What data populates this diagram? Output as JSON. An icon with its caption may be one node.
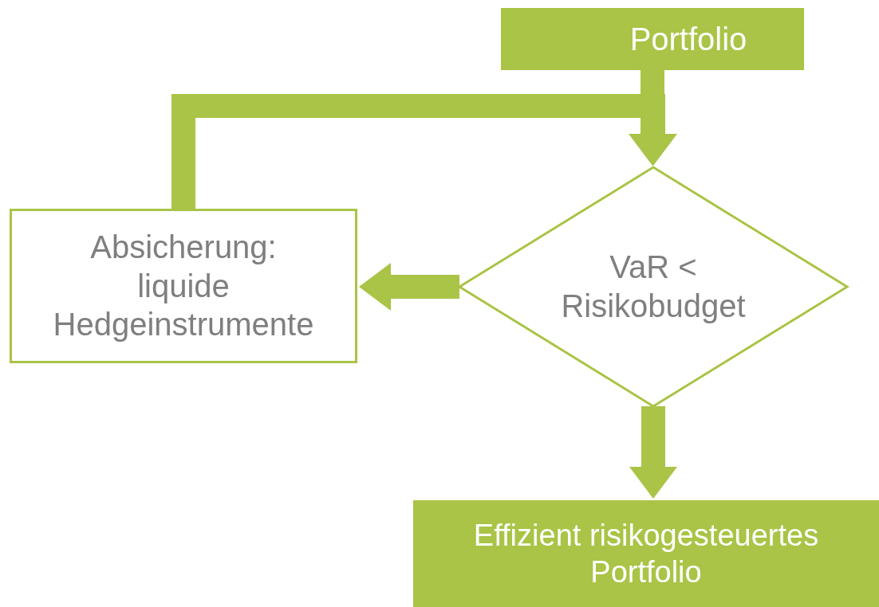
{
  "diagram": {
    "nodes": [
      {
        "text": [
          "Portfolio"
        ]
      },
      {
        "text": [
          "VaR < Risikobudget"
        ]
      },
      {
        "text": [
          "Absicherung: liquide Hedgeinstrumente"
        ]
      },
      {
        "text": [
          "Effizient risikogesteuertes Portfolio"
        ]
      }
    ],
    "edges": [
      {
        "from": 0,
        "to": 1,
        "arrow": "to"
      },
      {
        "from": 1,
        "to": 2,
        "arrow": "to"
      },
      {
        "from": 2,
        "to": 1,
        "arrow": "to"
      },
      {
        "from": 1,
        "to": 3,
        "arrow": "to"
      }
    ]
  }
}
